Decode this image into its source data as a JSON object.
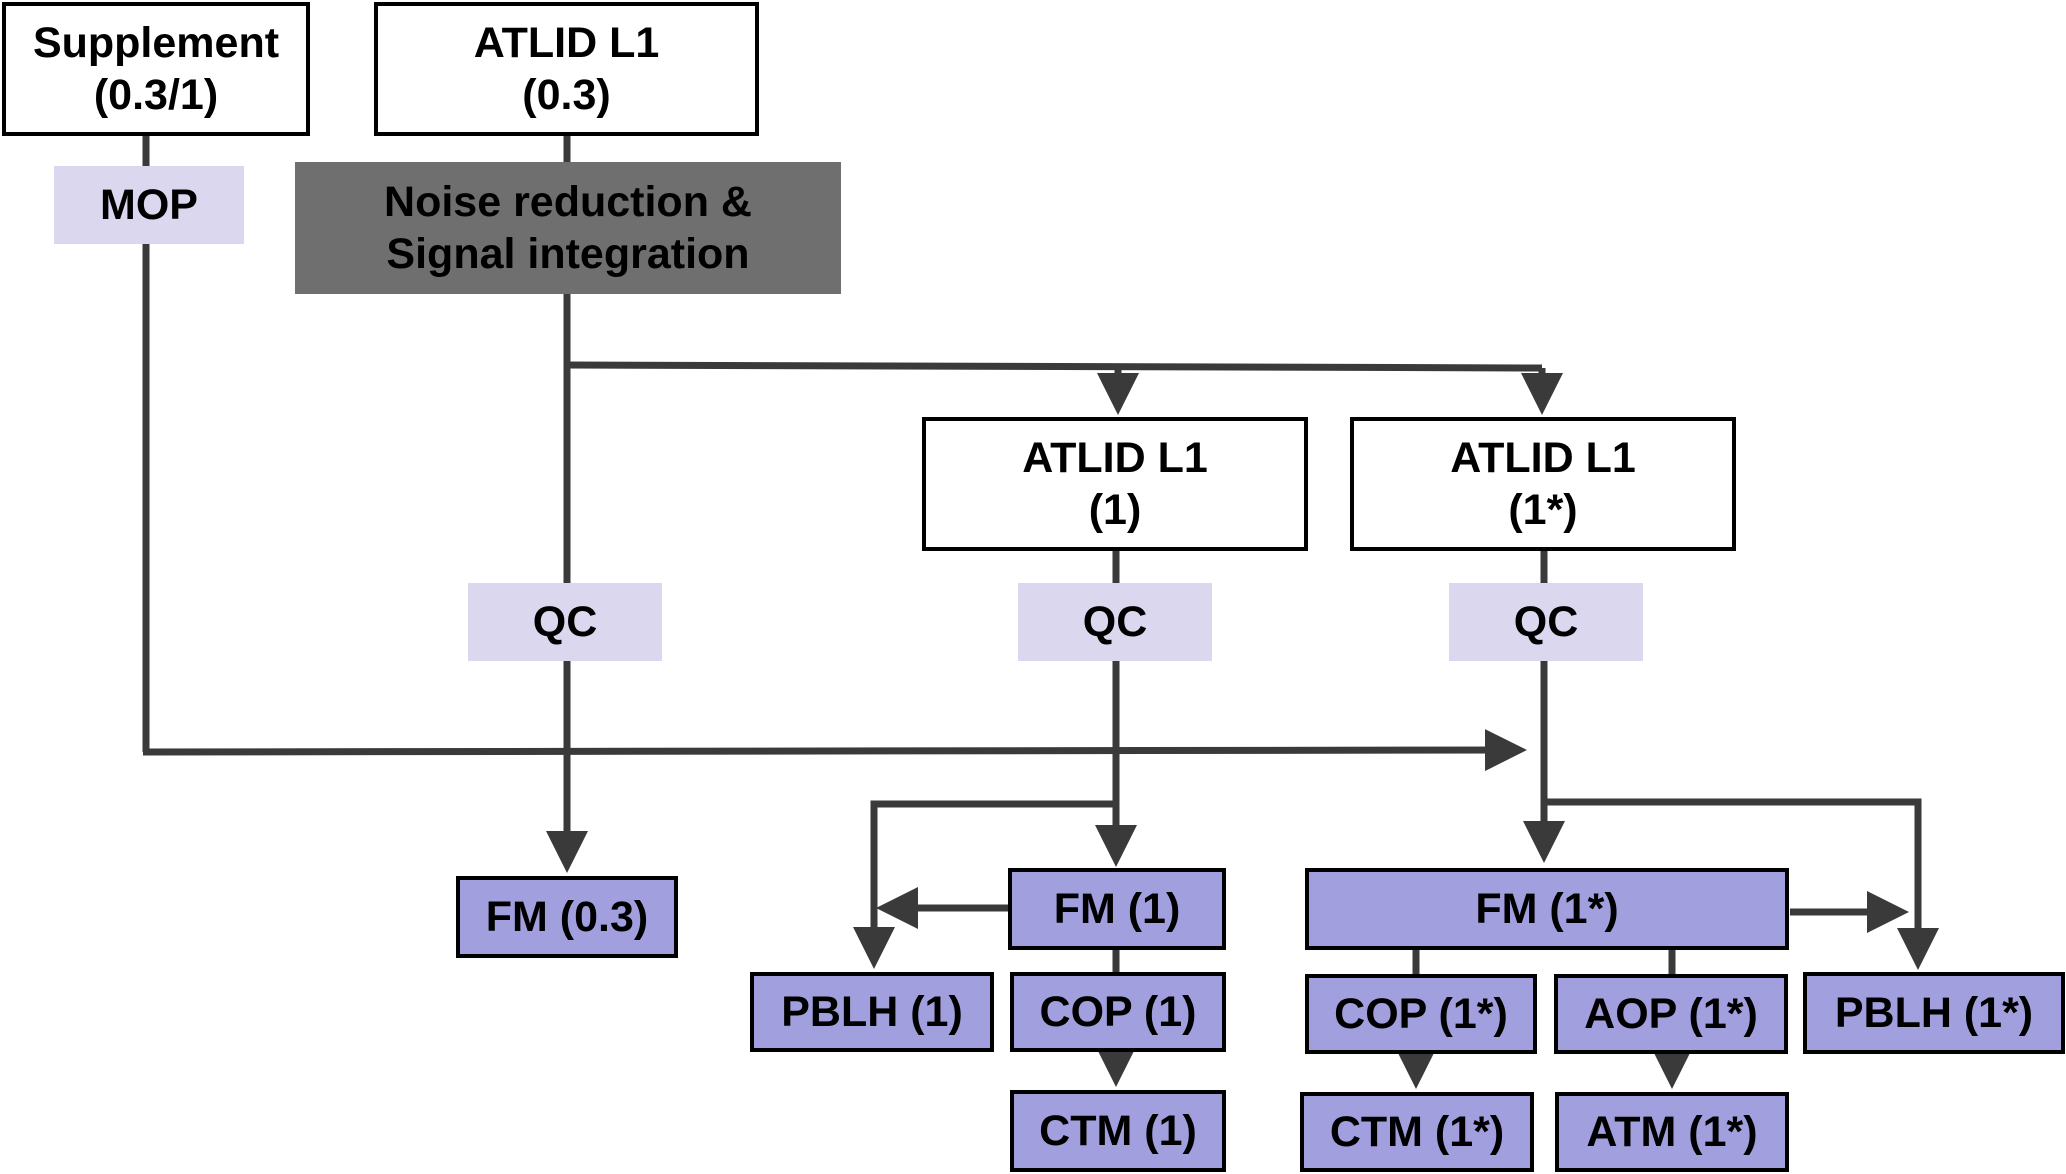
{
  "colors": {
    "line": "#3a3a3a",
    "source_fill": "#ffffff",
    "process_fill": "#dad7ef",
    "noise_fill": "#6f6f6f",
    "product_fill": "#a19fdd",
    "border": "#000000"
  },
  "nodes": {
    "supplement": {
      "line1": "Supplement",
      "line2": "(0.3/1)"
    },
    "atlid_l1_03": {
      "line1": "ATLID L1",
      "line2": "(0.3)"
    },
    "mop": {
      "label": "MOP"
    },
    "noise": {
      "line1": "Noise reduction &",
      "line2": "Signal integration"
    },
    "atlid_l1_1": {
      "line1": "ATLID L1",
      "line2": "(1)"
    },
    "atlid_l1_1s": {
      "line1": "ATLID L1",
      "line2": "(1*)"
    },
    "qc_03": {
      "label": "QC"
    },
    "qc_1": {
      "label": "QC"
    },
    "qc_1s": {
      "label": "QC"
    },
    "fm_03": {
      "label": "FM (0.3)"
    },
    "fm_1": {
      "label": "FM (1)"
    },
    "fm_1s": {
      "label": "FM (1*)"
    },
    "pblh_1": {
      "label": "PBLH (1)"
    },
    "cop_1": {
      "label": "COP (1)"
    },
    "ctm_1": {
      "label": "CTM (1)"
    },
    "cop_1s": {
      "label": "COP (1*)"
    },
    "aop_1s": {
      "label": "AOP (1*)"
    },
    "pblh_1s": {
      "label": "PBLH (1*)"
    },
    "ctm_1s": {
      "label": "CTM (1*)"
    },
    "atm_1s": {
      "label": "ATM (1*)"
    }
  }
}
